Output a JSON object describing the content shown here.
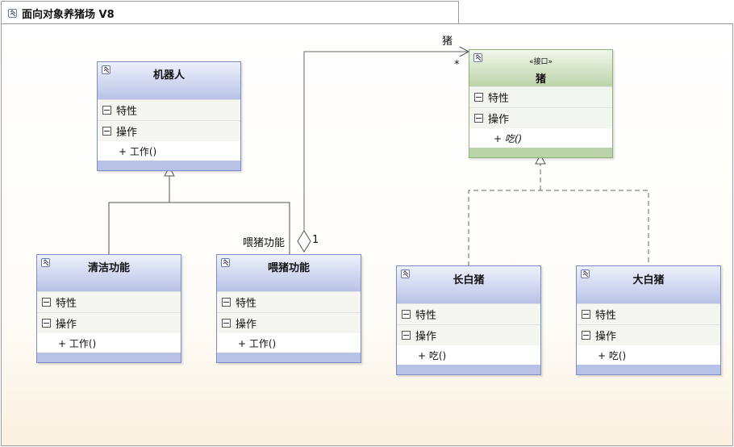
{
  "package": {
    "title": "面向对象养猪场 V8"
  },
  "sections": {
    "attributes": "特性",
    "operations": "操作"
  },
  "classes": {
    "robot": {
      "name": "机器人",
      "op": "+ 工作()"
    },
    "cleaner": {
      "name": "清洁功能",
      "op": "+ 工作()"
    },
    "feeder": {
      "name": "喂猪功能",
      "op": "+ 工作()"
    },
    "pig": {
      "stereotype": "«接口»",
      "name": "猪",
      "op": "+ 吃()"
    },
    "changbai": {
      "name": "长白猪",
      "op": "+ 吃()"
    },
    "dabai": {
      "name": "大白猪",
      "op": "+ 吃()"
    }
  },
  "association": {
    "role": "猪",
    "target_mult": "*",
    "source_role": "喂猪功能",
    "source_mult": "1"
  }
}
